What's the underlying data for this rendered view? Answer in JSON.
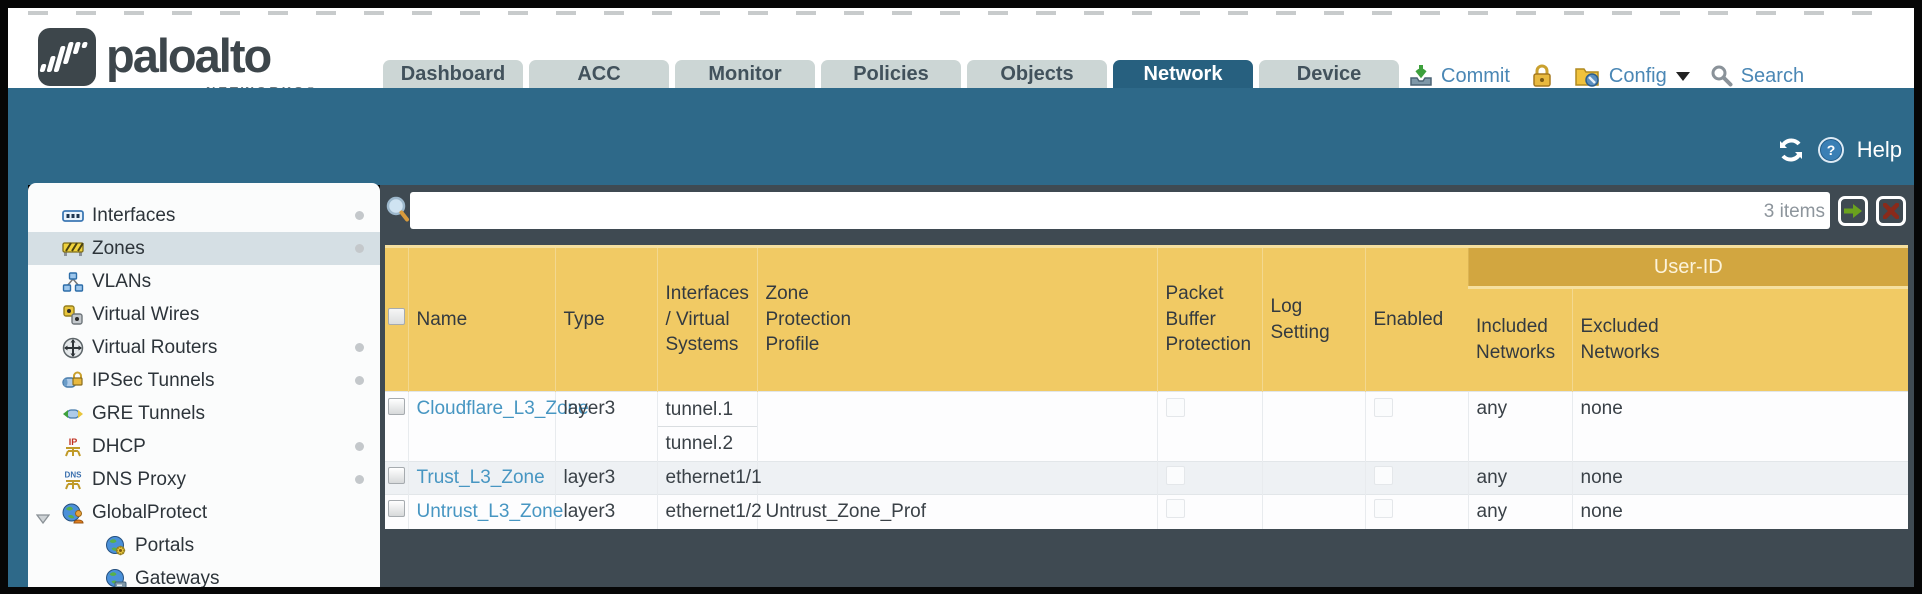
{
  "header": {
    "brand": {
      "name": "paloalto",
      "subtitle": "NETWORKS®"
    },
    "tabs": [
      {
        "label": "Dashboard",
        "active": false
      },
      {
        "label": "ACC",
        "active": false
      },
      {
        "label": "Monitor",
        "active": false
      },
      {
        "label": "Policies",
        "active": false
      },
      {
        "label": "Objects",
        "active": false
      },
      {
        "label": "Network",
        "active": true
      },
      {
        "label": "Device",
        "active": false
      }
    ],
    "actions": {
      "commit": "Commit",
      "config": "Config",
      "search": "Search"
    }
  },
  "content_toolbar": {
    "help": "Help"
  },
  "sidebar": {
    "items": [
      {
        "label": "Interfaces"
      },
      {
        "label": "Zones",
        "selected": true
      },
      {
        "label": "VLANs"
      },
      {
        "label": "Virtual Wires"
      },
      {
        "label": "Virtual Routers"
      },
      {
        "label": "IPSec Tunnels"
      },
      {
        "label": "GRE Tunnels"
      },
      {
        "label": "DHCP"
      },
      {
        "label": "DNS Proxy"
      },
      {
        "label": "GlobalProtect",
        "expanded": true
      },
      {
        "label": "Portals"
      },
      {
        "label": "Gateways"
      }
    ]
  },
  "filter": {
    "value": "",
    "count": "3 items"
  },
  "table": {
    "group_header": "User-ID",
    "columns": [
      "Name",
      "Type",
      "Interfaces / Virtual Systems",
      "Zone Protection Profile",
      "Packet Buffer Protection",
      "Log Setting",
      "Enabled",
      "Included Networks",
      "Excluded Networks"
    ],
    "rows": [
      {
        "name": "Cloudflare_L3_Zone",
        "type": "layer3",
        "interfaces": [
          "tunnel.1",
          "tunnel.2"
        ],
        "zone_protection_profile": "",
        "packet_buffer_protection": false,
        "log_setting": "",
        "user_id_enabled": false,
        "included_networks": "any",
        "excluded_networks": "none"
      },
      {
        "name": "Trust_L3_Zone",
        "type": "layer3",
        "interfaces": [
          "ethernet1/1"
        ],
        "zone_protection_profile": "",
        "packet_buffer_protection": false,
        "log_setting": "",
        "user_id_enabled": false,
        "included_networks": "any",
        "excluded_networks": "none"
      },
      {
        "name": "Untrust_L3_Zone",
        "type": "layer3",
        "interfaces": [
          "ethernet1/2"
        ],
        "zone_protection_profile": "Untrust_Zone_Prof",
        "packet_buffer_protection": false,
        "log_setting": "",
        "user_id_enabled": false,
        "included_networks": "any",
        "excluded_networks": "none"
      }
    ]
  },
  "colors": {
    "header_orange": "#f1ca64",
    "group_orange": "#d2a640",
    "active_tab_blue": "#27607f",
    "band_blue": "#2e6989",
    "link_blue": "#4796c2"
  }
}
